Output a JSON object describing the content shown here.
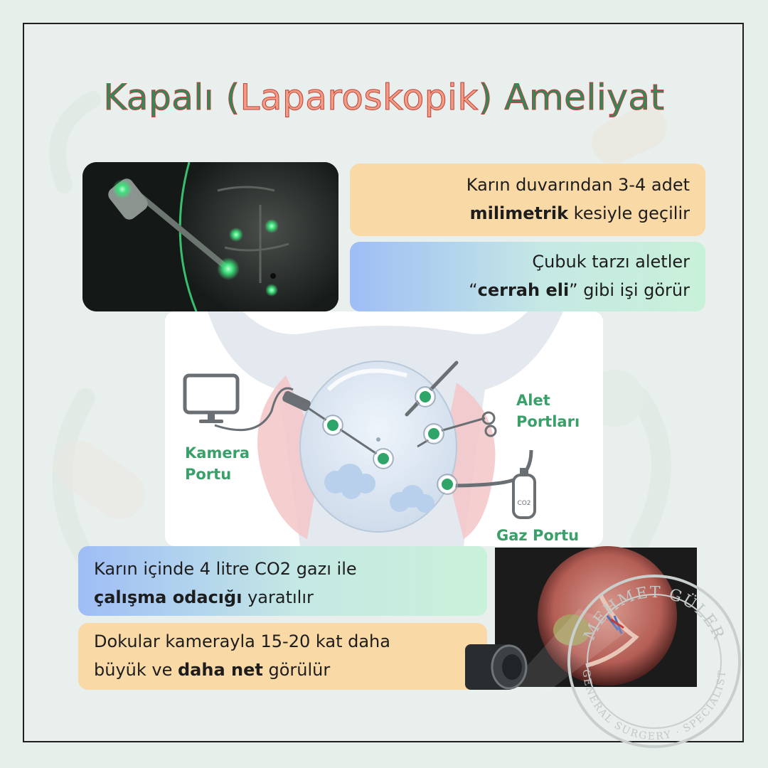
{
  "title": {
    "part1": "Kapalı (",
    "part2": "Laparoskopik",
    "part3": ") Ameliyat"
  },
  "colors": {
    "title_green": "#2f8a5a",
    "title_accent": "#f19c83",
    "peach_box": "#f9d9a6",
    "blue_box": "#9fbdf6",
    "mint_box": "#c8f1d9",
    "label_green": "#3aa06a",
    "port_green": "#2fa56a"
  },
  "info_boxes": [
    {
      "line1": "Karın duvarından 3-4 adet",
      "line2_bold": "milimetrik",
      "line2_rest": " kesiyle geçilir"
    },
    {
      "line1": "Çubuk tarzı aletler ",
      "line2_pre": "“",
      "line2_bold": "cerrah eli",
      "line2_rest": "” gibi işi görür"
    },
    {
      "line1": "Karın içinde 4 litre CO2 gazı ile",
      "line2_bold": "çalışma odacığı",
      "line2_rest": " yaratılır"
    },
    {
      "line1": "Dokular kamerayla 15-20 kat daha",
      "line2_pre": "büyük ve ",
      "line2_bold": "daha net",
      "line2_rest": " görülür"
    }
  ],
  "diagram": {
    "label_kamera_1": "Kamera",
    "label_kamera_2": "Portu",
    "label_alet_1": "Alet",
    "label_alet_2": "Portları",
    "label_gaz": "Gaz Portu",
    "tank_label": "CO2",
    "icons": [
      "monitor-icon",
      "laparoscope-camera-icon",
      "grasper-icon",
      "co2-tank-icon"
    ]
  },
  "stamp": {
    "name": "MEHMET GÜLER",
    "subtitle": "GENERAL SURGERY · SPECIALIST"
  }
}
